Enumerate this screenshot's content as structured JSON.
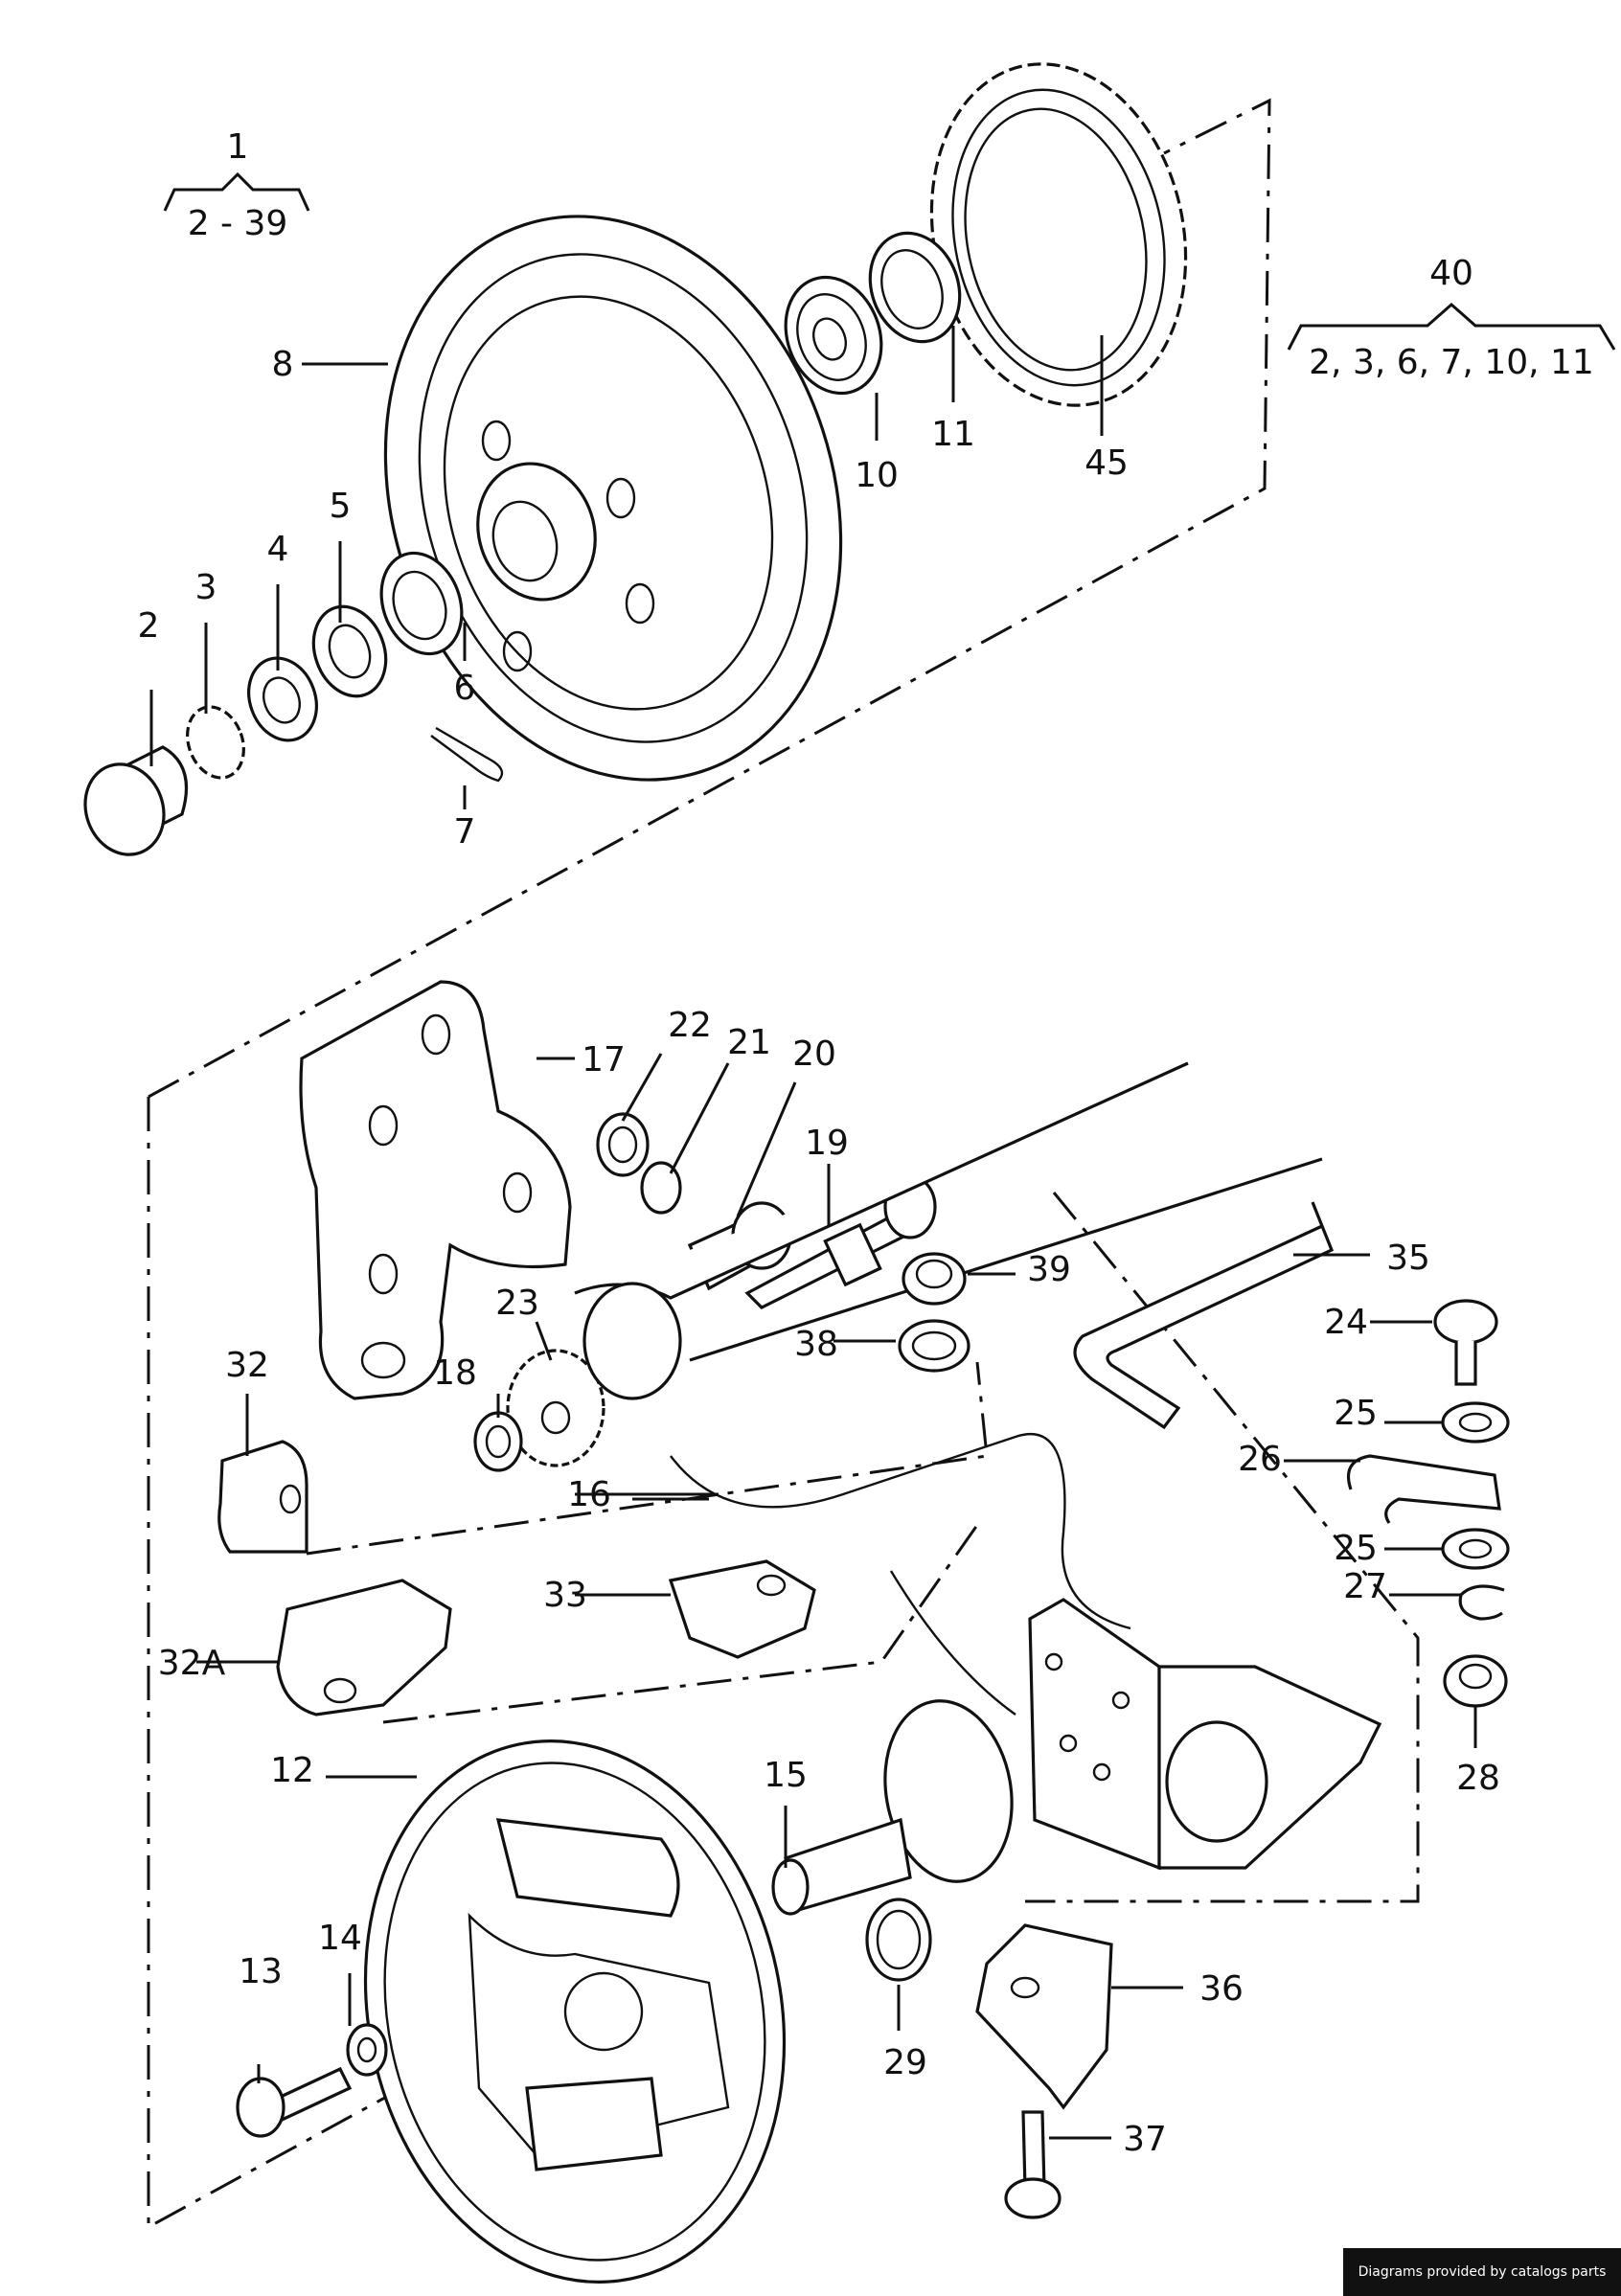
{
  "groups": {
    "g1": {
      "label": "1",
      "range": "2 - 39"
    },
    "g40": {
      "label": "40",
      "range": "2, 3, 6, 7, 10, 11"
    }
  },
  "parts": {
    "p2": "2",
    "p3": "3",
    "p4": "4",
    "p5": "5",
    "p6": "6",
    "p7": "7",
    "p8": "8",
    "p10": "10",
    "p11": "11",
    "p12": "12",
    "p13": "13",
    "p14": "14",
    "p15": "15",
    "p16": "16",
    "p17": "17",
    "p18": "18",
    "p19": "19",
    "p20": "20",
    "p21": "21",
    "p22": "22",
    "p23": "23",
    "p24": "24",
    "p25a": "25",
    "p25b": "25",
    "p26": "26",
    "p27": "27",
    "p28": "28",
    "p29": "29",
    "p32": "32",
    "p32a": "32A",
    "p33": "33",
    "p35": "35",
    "p36": "36",
    "p37": "37",
    "p38": "38",
    "p39": "39",
    "p45": "45"
  },
  "credit": "Diagrams provided by catalogs parts"
}
